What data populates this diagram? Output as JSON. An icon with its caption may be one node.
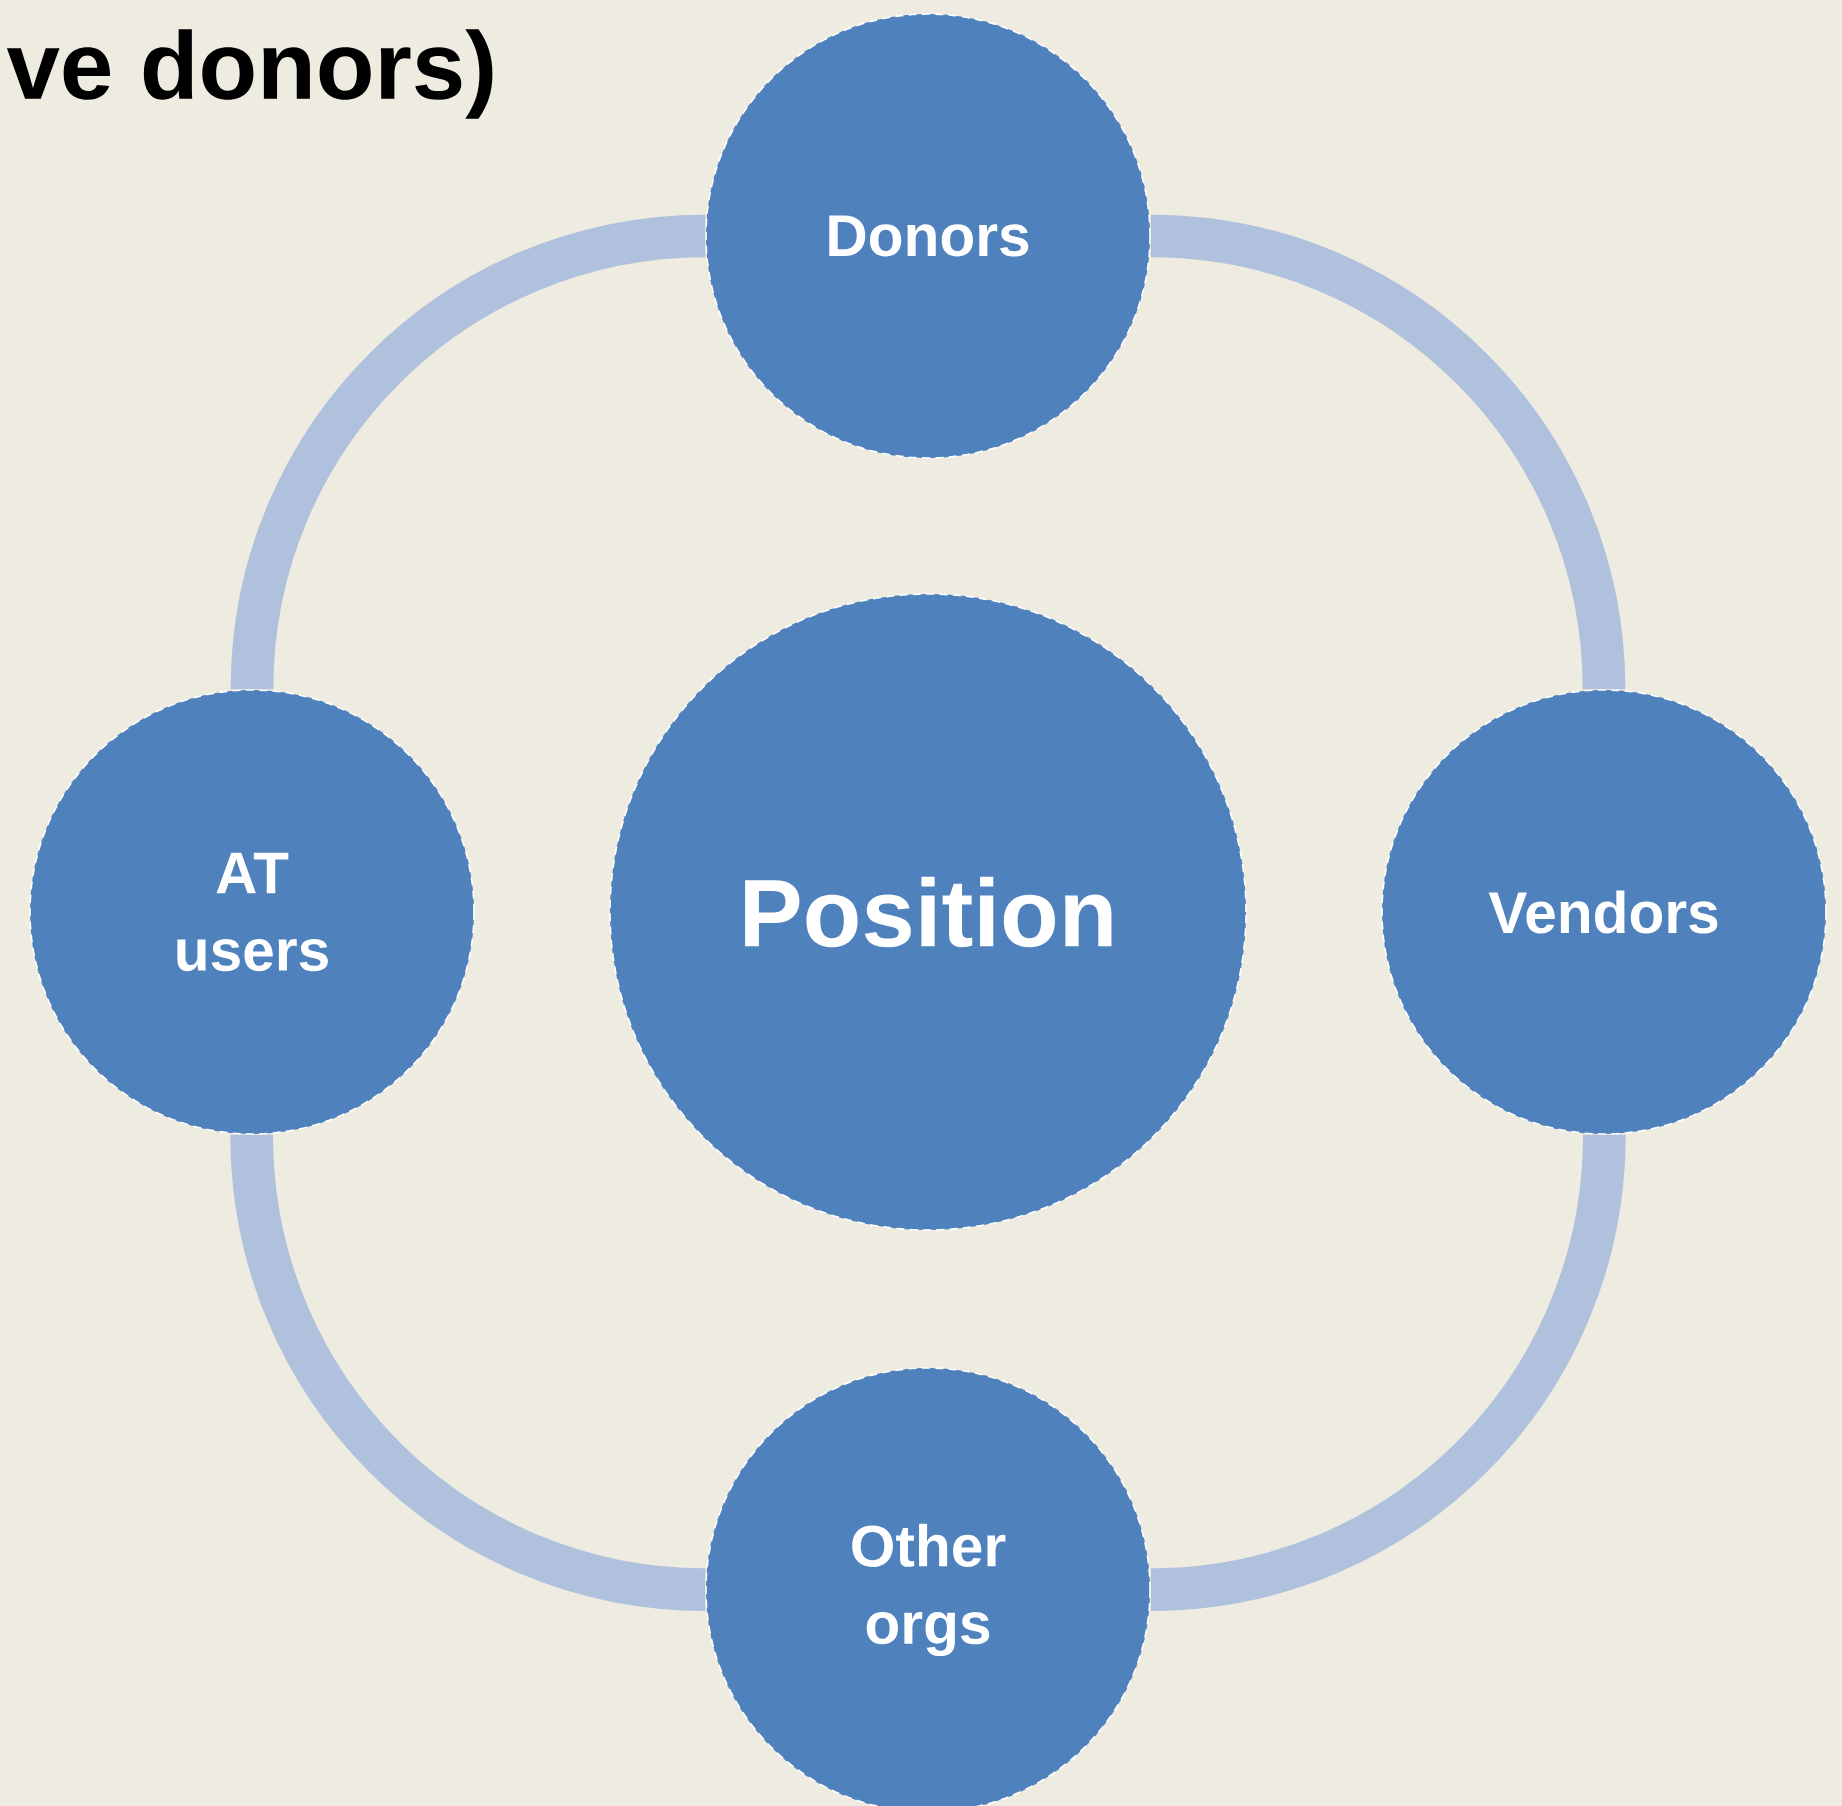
{
  "diagram": {
    "title": "ve donors)",
    "nodes": [
      {
        "text": [
          "Donors"
        ]
      },
      {
        "text": [
          "AT users"
        ]
      },
      {
        "text": [
          "Position"
        ]
      },
      {
        "text": [
          "Vendors"
        ]
      },
      {
        "text": [
          "Other orgs"
        ]
      }
    ],
    "edges": [
      {
        "from": 0,
        "to": 3,
        "arrow": "none"
      },
      {
        "from": 3,
        "to": 4,
        "arrow": "none"
      },
      {
        "from": 4,
        "to": 1,
        "arrow": "none"
      },
      {
        "from": 1,
        "to": 0,
        "arrow": "none"
      }
    ]
  }
}
